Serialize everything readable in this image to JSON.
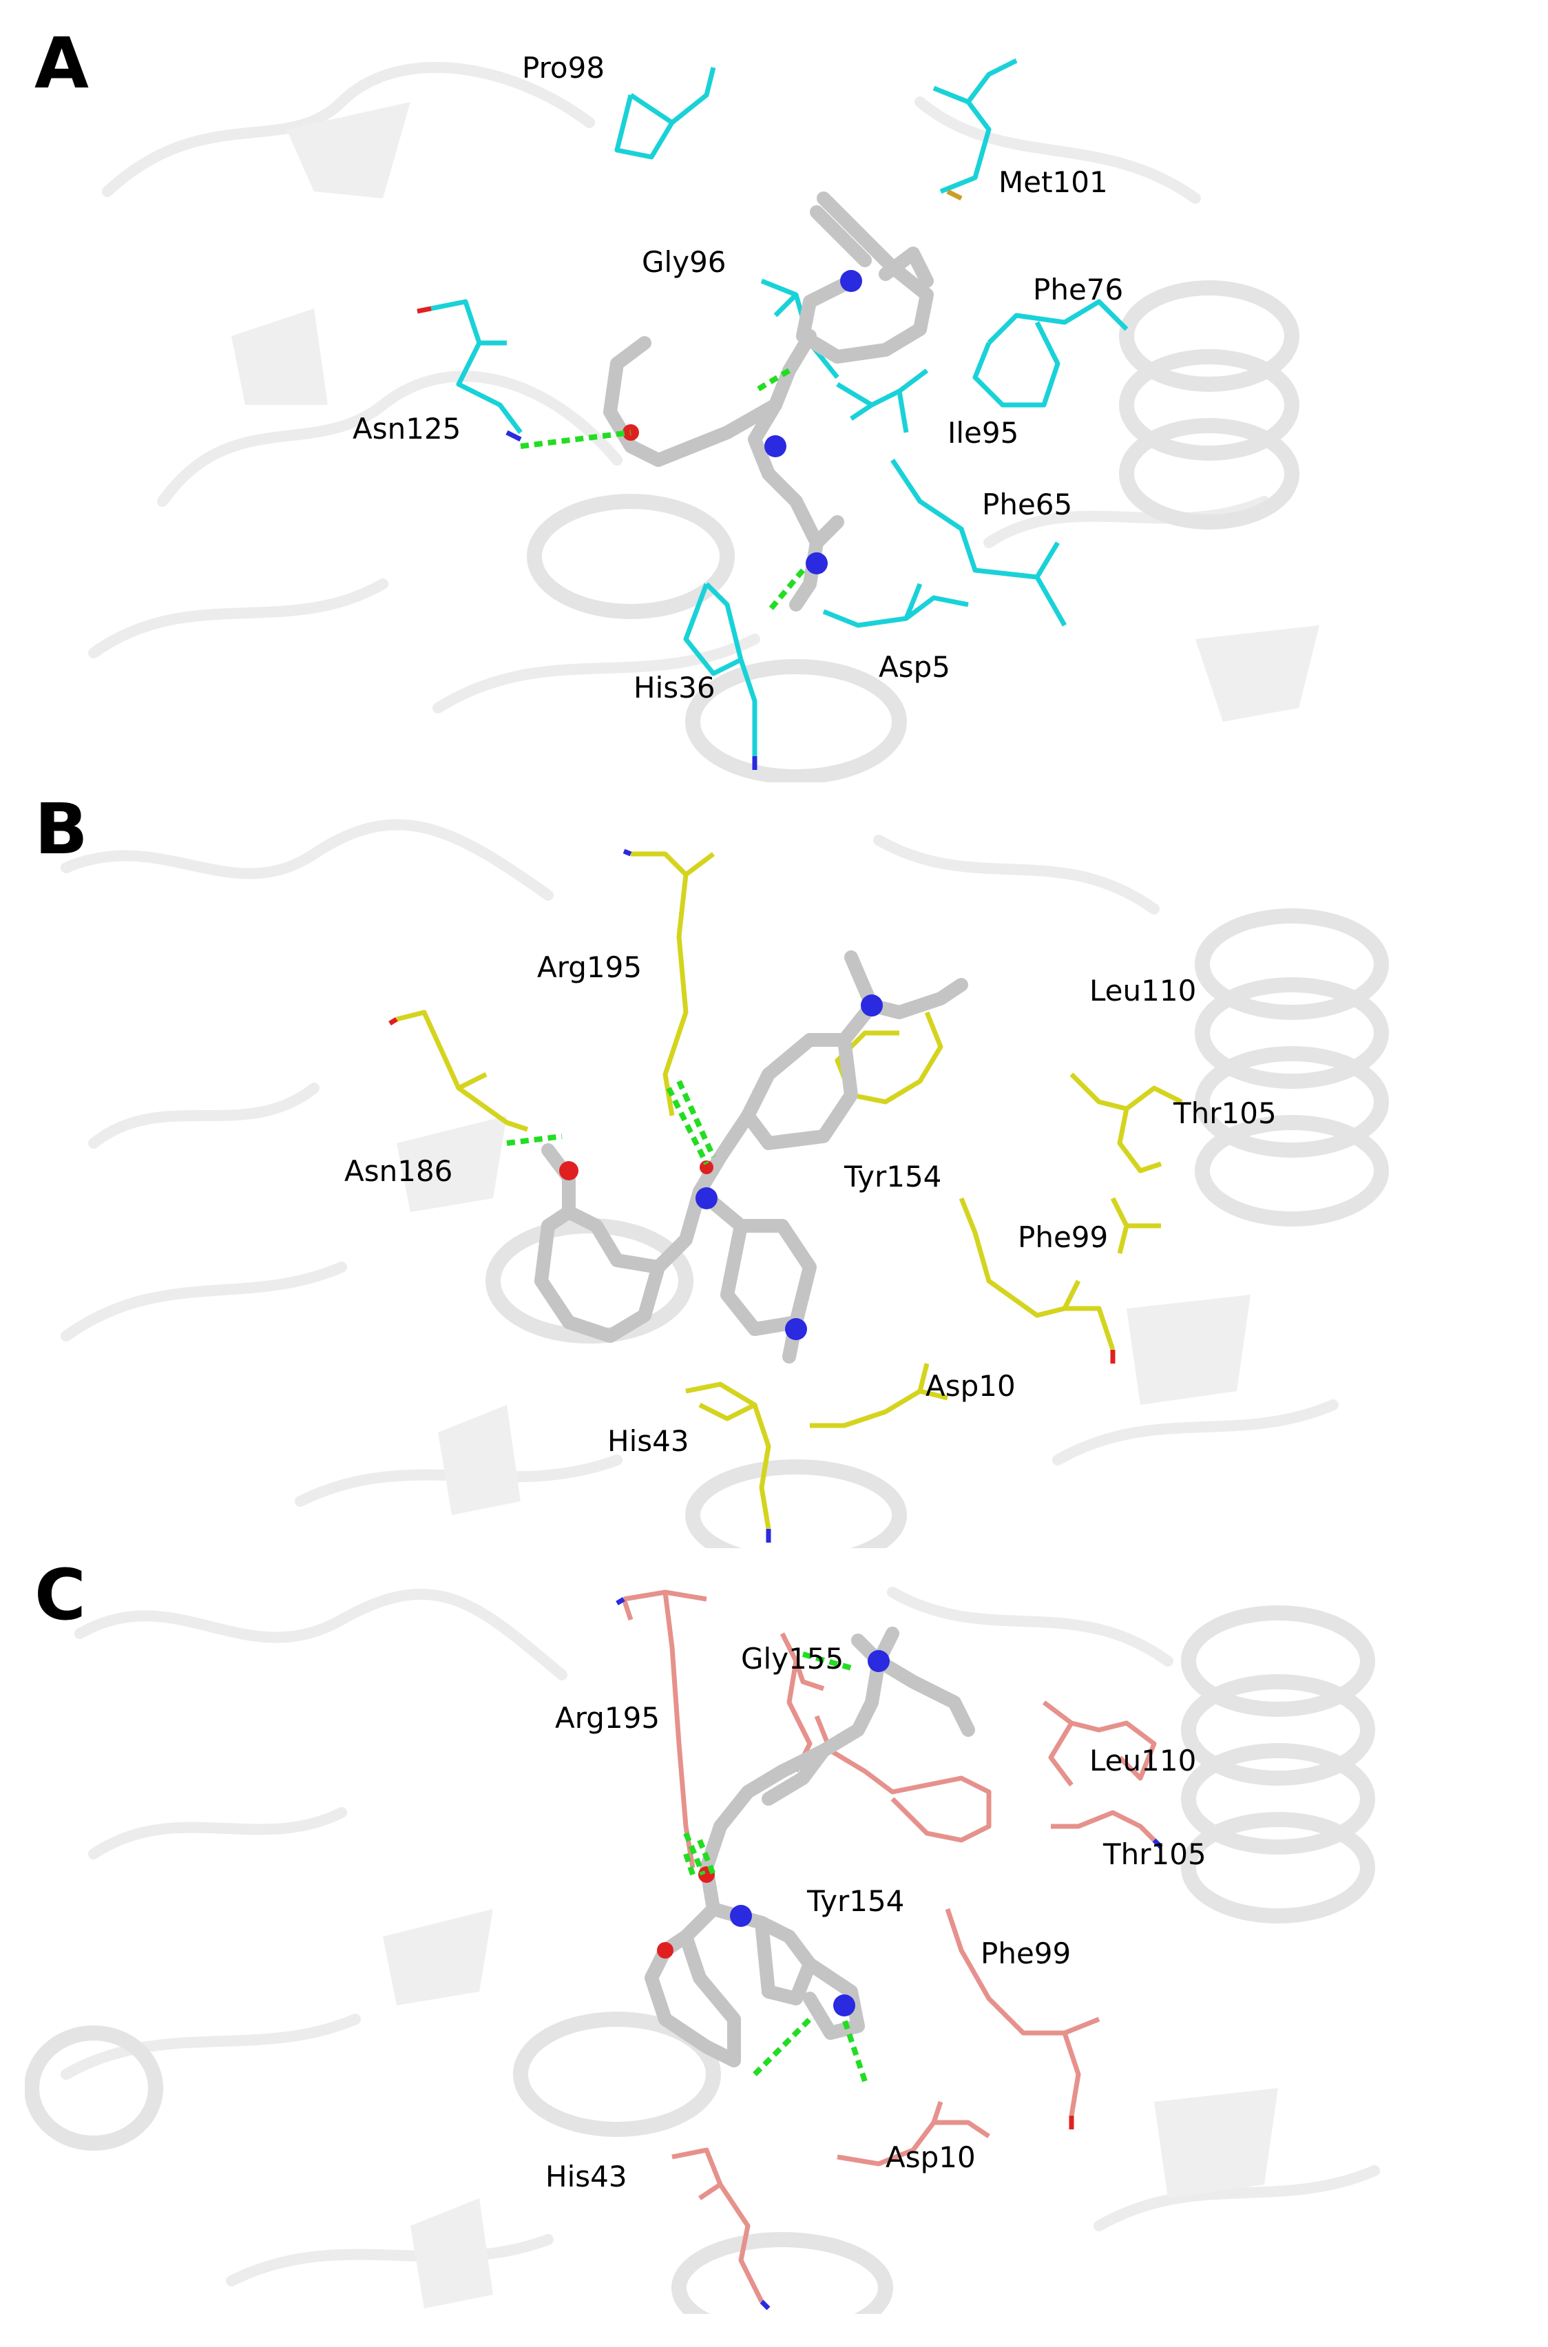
{
  "panels": [
    {
      "letter": "A",
      "residue_color": "#19d2d8",
      "residues": [
        "Pro98",
        "Met101",
        "Gly96",
        "Phe76",
        "Asn125",
        "Ile95",
        "Phe65",
        "His36",
        "Asp5"
      ]
    },
    {
      "letter": "B",
      "residue_color": "#d4d41e",
      "residues": [
        "Arg195",
        "Leu110",
        "Thr105",
        "Asn186",
        "Tyr154",
        "Phe99",
        "Asp10",
        "His43"
      ]
    },
    {
      "letter": "C",
      "residue_color": "#e6918c",
      "residues": [
        "Gly155",
        "Arg195",
        "Leu110",
        "Thr105",
        "Tyr154",
        "Phe99",
        "Asp10",
        "His43"
      ]
    }
  ],
  "colors": {
    "protein_cartoon": "#e9e9e9",
    "ligand_carbon": "#c4c4c4",
    "nitrogen": "#2a2ae0",
    "oxygen": "#e02020",
    "hbond": "#22dd22"
  }
}
